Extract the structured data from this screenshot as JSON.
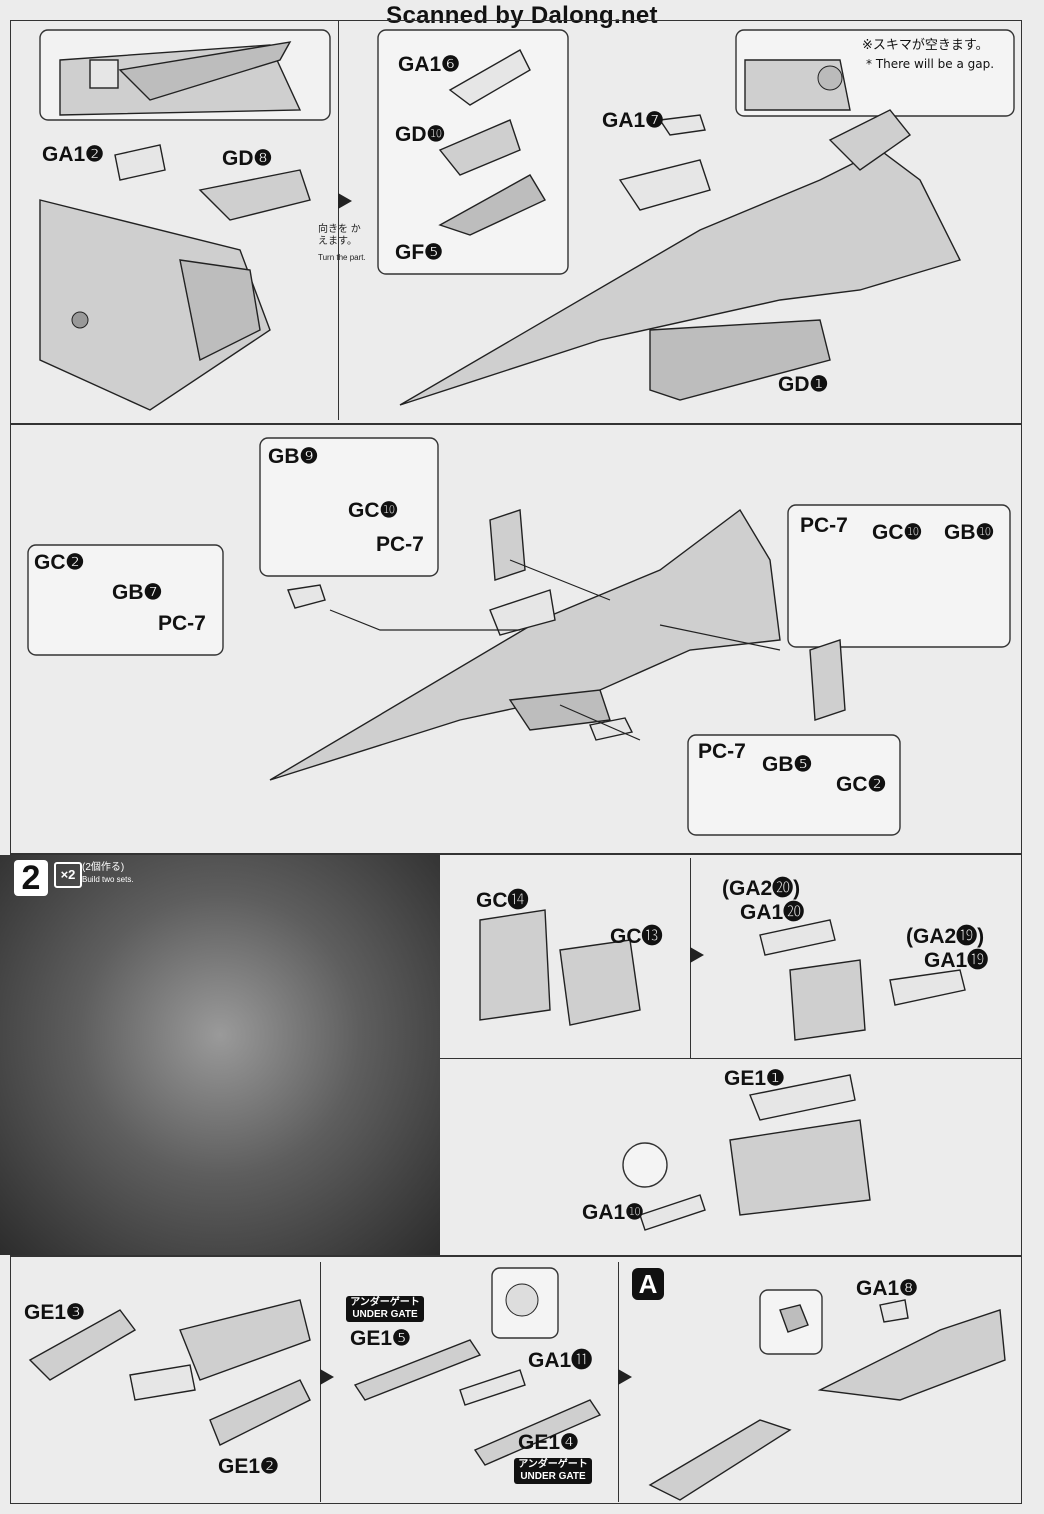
{
  "watermark": "Scanned by Dalong.net",
  "section1": {
    "top_left_parts": {
      "ga1_2": "GA1❷",
      "gd_8": "GD❽"
    },
    "turn_note": {
      "jp": "向きを かえます。",
      "en": "Turn the part."
    },
    "subassembly_parts": {
      "ga1_6": "GA1❻",
      "gd_10": "GD❿",
      "gf_5": "GF❺"
    },
    "main_parts": {
      "ga1_7": "GA1❼",
      "gd_1": "GD❶"
    },
    "gap_note": {
      "jp": "※スキマが空きます。",
      "en": "* There will be a gap."
    }
  },
  "section2": {
    "left_bubble": {
      "gc_2": "GC❷",
      "gb_7": "GB❼",
      "pc7": "PC-7"
    },
    "top_bubble": {
      "gb_9": "GB❾",
      "gc_10": "GC❿",
      "pc7": "PC-7"
    },
    "right_bubble": {
      "pc7": "PC-7",
      "gc_10": "GC❿",
      "gb_10": "GB❿"
    },
    "bottom_bubble": {
      "pc7": "PC-7",
      "gb_5": "GB❺",
      "gc_2": "GC❷"
    }
  },
  "section3": {
    "step_number": "2",
    "multiplier": "×2",
    "multiplier_note_jp": "(2個作る)",
    "multiplier_note_en": "Build two sets.",
    "upper_left_parts": {
      "gc_14": "GC⓮",
      "gc_13": "GC⓭"
    },
    "upper_right_parts": {
      "ga2_20": "(GA2⓴)",
      "ga1_20": "GA1⓴",
      "ga2_19": "(GA2⓳)",
      "ga1_19": "GA1⓳"
    },
    "lower_parts": {
      "ge1_1": "GE1❶",
      "ga1_10": "GA1❿"
    }
  },
  "section4": {
    "left_parts": {
      "ge1_3": "GE1❸",
      "ge1_2": "GE1❷"
    },
    "middle_parts": {
      "ge1_5": "GE1❺",
      "ga1_11": "GA1⓫",
      "ge1_4": "GE1❹"
    },
    "under_gate_jp": "アンダーゲート",
    "under_gate_en": "UNDER GATE",
    "marker": "A",
    "right_parts": {
      "ga1_8": "GA1❽"
    }
  }
}
